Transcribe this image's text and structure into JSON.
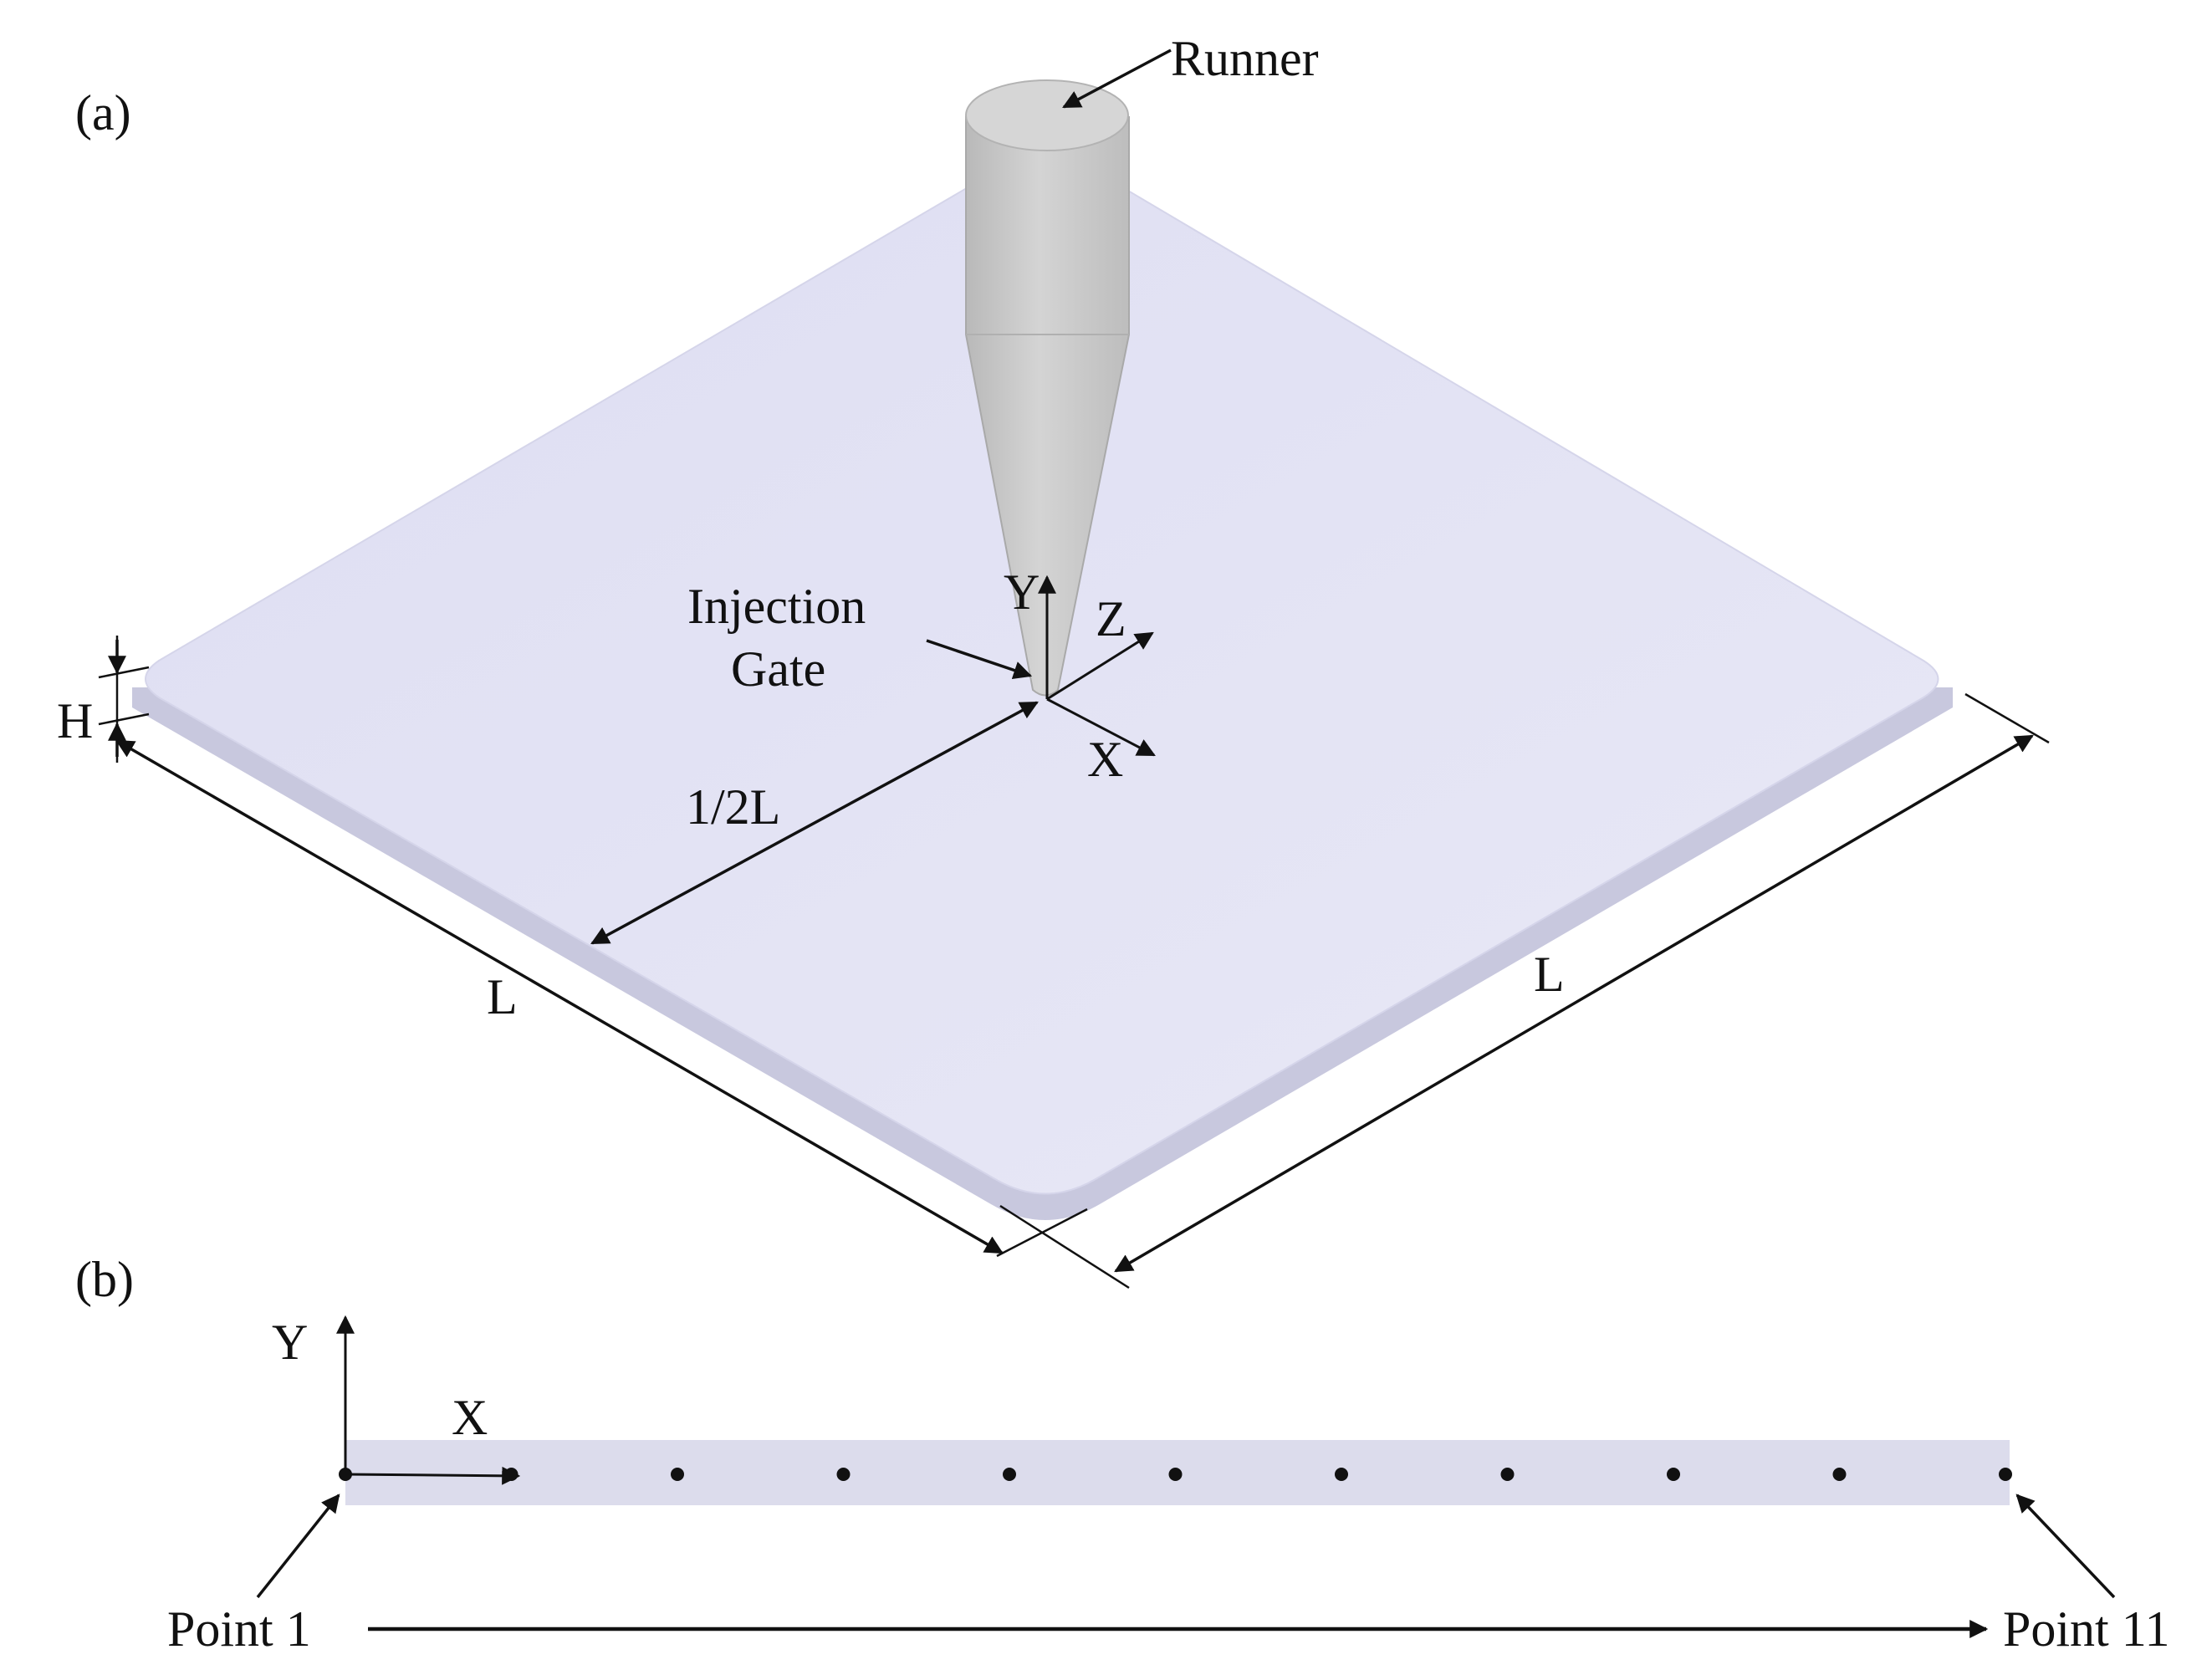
{
  "panel_a": {
    "label": "(a)",
    "runner_label": "Runner",
    "gate_label_line1": "Injection",
    "gate_label_line2": "Gate",
    "axis_y": "Y",
    "axis_z": "Z",
    "axis_x": "X",
    "height_label": "H",
    "half_length_label": "1/2L",
    "length_label_left": "L",
    "length_label_right": "L"
  },
  "panel_b": {
    "label": "(b)",
    "axis_y": "Y",
    "axis_x": "X",
    "point_count": 11,
    "start_label": "Point 1",
    "end_label": "Point 11"
  },
  "colors": {
    "plate_top": "#e3e3f4",
    "plate_edge": "#c6c6dd",
    "runner": "#c6c6c6",
    "strip": "#dcdcec",
    "ink": "#111111"
  }
}
